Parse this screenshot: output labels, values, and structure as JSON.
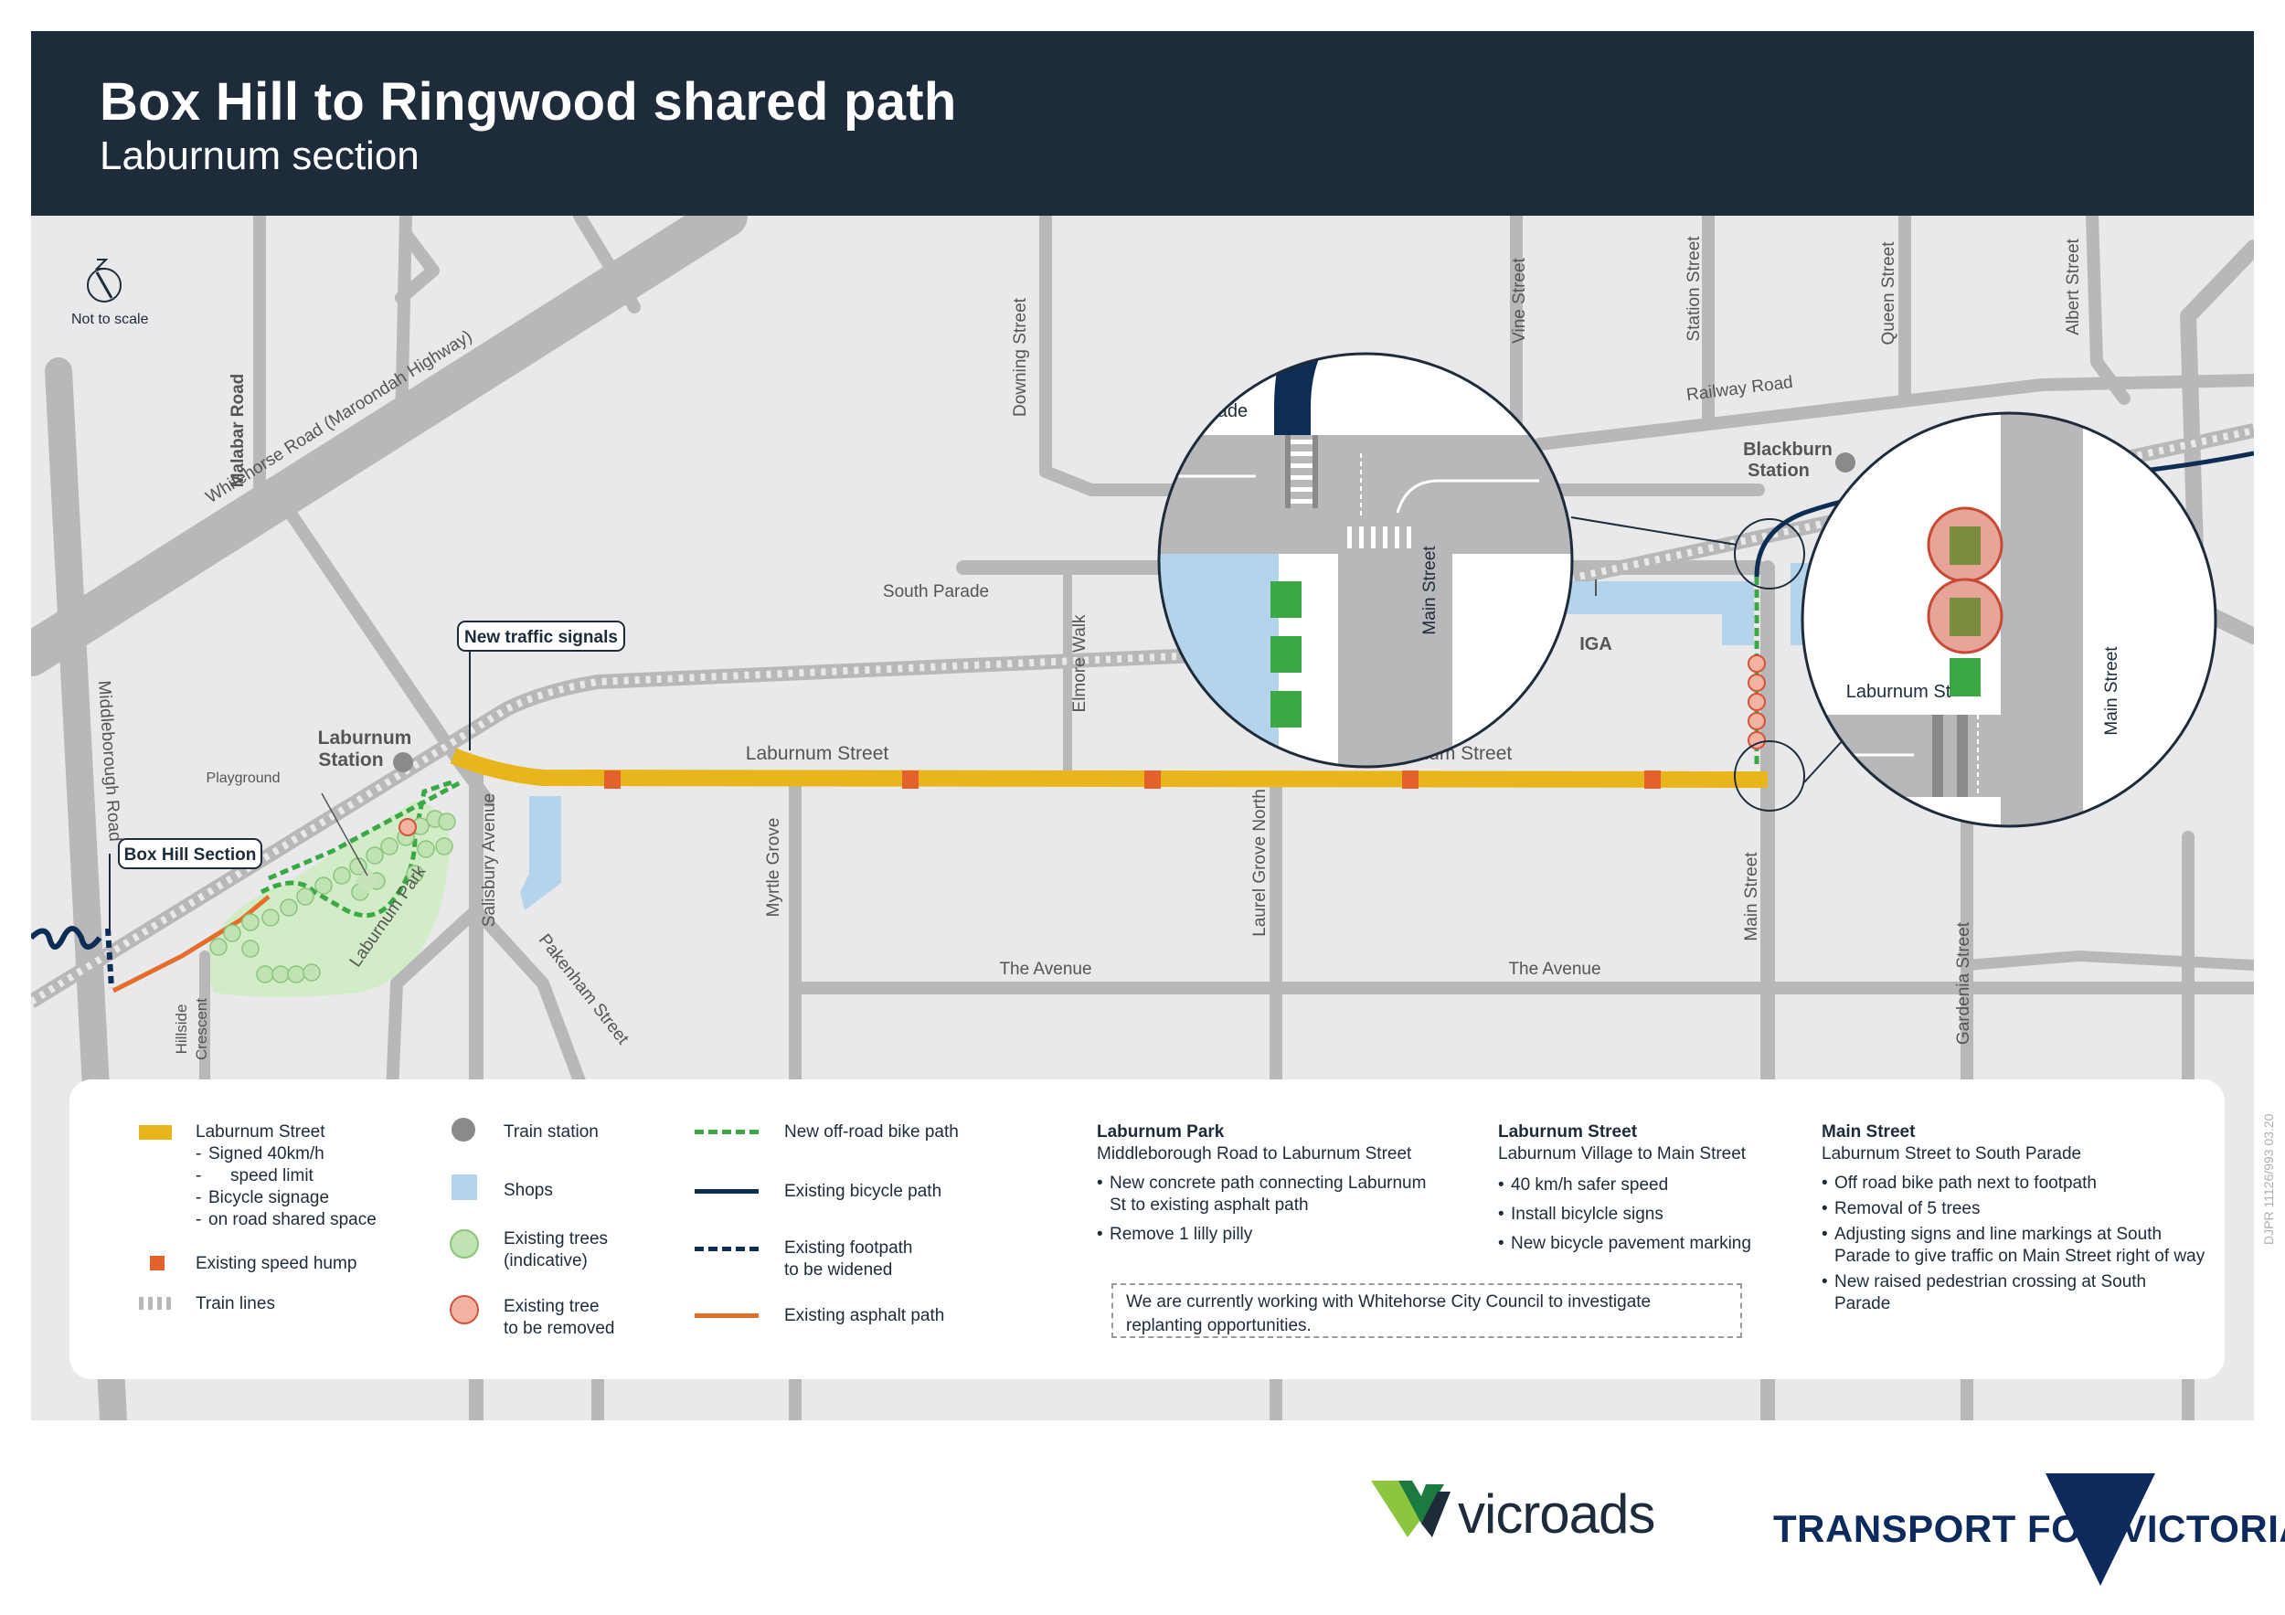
{
  "header": {
    "title": "Box Hill to Ringwood shared path",
    "subtitle": "Laburnum section"
  },
  "map": {
    "compass_caption": "Not to scale",
    "streets": {
      "malabar": "Malabar Road",
      "whitehorse": "Whitehorse Road (Maroondah Highway)",
      "middleborough": "Middleborough Road",
      "downing": "Downing Street",
      "vine": "Vine Street",
      "station_st": "Station Street",
      "queen": "Queen Street",
      "albert": "Albert Street",
      "railway": "Railway Road",
      "south_parade": "South Parade",
      "elmore": "Elmore Walk",
      "laburnum1": "Laburnum Street",
      "laburnum2": "Laburnum Street",
      "salisbury": "Salisbury Avenue",
      "myrtle": "Myrtle Grove",
      "laurel": "Laurel Grove North",
      "main_st": "Main Street",
      "gardenia": "Gardenia Street",
      "avenue1": "The Avenue",
      "avenue2": "The Avenue",
      "pakenham": "Pakenham Street",
      "laburnum_park": "Laburnum Park",
      "hillside1": "Hillside",
      "hillside2": "Crescent",
      "playground": "Playground",
      "laburnum_station1": "Laburnum",
      "laburnum_station2": "Station",
      "blackburn_station1": "Blackburn",
      "blackburn_station2": "Station",
      "iga": "IGA"
    },
    "callouts": {
      "new_signals": "New traffic signals",
      "box_hill": "Box Hill Section"
    },
    "inset_left": {
      "south_parade": "South Parade",
      "main_street": "Main Street"
    },
    "inset_right": {
      "laburnum_st": "Laburnum St",
      "main_street": "Main Street"
    }
  },
  "legend": {
    "col1": {
      "laburnum_title": "Laburnum Street",
      "laburnum_items": [
        "Signed 40km/h",
        "speed limit",
        "Bicycle signage",
        "on road shared space"
      ],
      "speed_hump": "Existing speed hump",
      "train_lines": "Train lines"
    },
    "col2": {
      "train_station": "Train station",
      "shops": "Shops",
      "trees1": "Existing trees",
      "trees2": "(indicative)",
      "tree_removed1": "Existing tree",
      "tree_removed2": "to be removed"
    },
    "col3": {
      "new_path": "New off-road bike path",
      "existing_bicycle": "Existing bicycle path",
      "footpath1": "Existing footpath",
      "footpath2": "to be widened",
      "asphalt": "Existing asphalt path"
    },
    "col4": {
      "title": "Laburnum Park",
      "subtitle": "Middleborough Road to Laburnum Street",
      "items": [
        "New concrete path connecting Laburnum St to existing asphalt path",
        "Remove 1 lilly pilly"
      ]
    },
    "col5": {
      "title": "Laburnum Street",
      "subtitle": "Laburnum Village to Main Street",
      "items": [
        "40 km/h safer speed",
        "Install bicylcle signs",
        "New bicycle pavement marking"
      ]
    },
    "col6": {
      "title": "Main Street",
      "subtitle": "Laburnum Street to South Parade",
      "items": [
        "Off road bike path next to footpath",
        "Removal of 5 trees",
        "Adjusting signs and line markings at South Parade to give traffic on Main Street right of way",
        "New raised pedestrian crossing at South Parade"
      ]
    },
    "note": "We are currently working with Whitehorse City Council to investigate replanting opportunities."
  },
  "doc_code": "DJPR 11126/993   03.20",
  "logos": {
    "vicroads": "vicroads",
    "tfv": "TRANSPORT FOR VICTORIA"
  },
  "colors": {
    "navy": "#1d2b3a",
    "road": "#b8b8ba",
    "background": "#e9e9eb",
    "laburnum_yellow": "#e8b51a",
    "speed_hump": "#e3622a",
    "new_path_green": "#3aa845",
    "bike_path_navy": "#0d2d55",
    "asphalt_orange": "#e46d2a",
    "shops_blue": "#b5d3ea",
    "tree_green": "#bfe3b2",
    "tree_removed": "#f2b3a3"
  }
}
